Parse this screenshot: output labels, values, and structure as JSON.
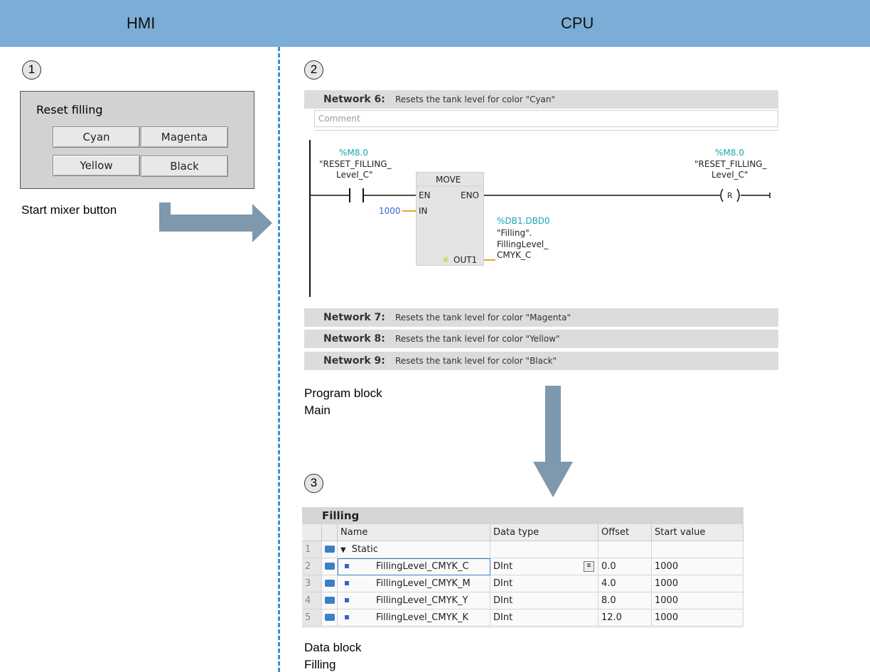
{
  "header": {
    "hmi_label": "HMI",
    "cpu_label": "CPU"
  },
  "steps": [
    "1",
    "2",
    "3"
  ],
  "hmi": {
    "panel_title": "Reset filling",
    "buttons": [
      "Cyan",
      "Magenta",
      "Yellow",
      "Black"
    ],
    "caption": "Start mixer button"
  },
  "program": {
    "network6": {
      "number": "Network 6:",
      "description": "Resets the tank level for color \"Cyan\""
    },
    "comment_placeholder": "Comment",
    "contact": {
      "address": "%M8.0",
      "name_line1": "\"RESET_FILLING_",
      "name_line2": "Level_C\""
    },
    "move_block": {
      "title": "MOVE",
      "en": "EN",
      "eno": "ENO",
      "in": "IN",
      "out": "OUT1",
      "in_value": "1000"
    },
    "out_operand": {
      "address": "%DB1.DBD0",
      "line1": "\"Filling\".",
      "line2": "FillingLevel_",
      "line3": "CMYK_C"
    },
    "coil": {
      "address": "%M8.0",
      "name_line1": "\"RESET_FILLING_",
      "name_line2": "Level_C\"",
      "symbol": "R"
    },
    "networks": [
      {
        "number": "Network 7:",
        "description": "Resets the tank level for color \"Magenta\""
      },
      {
        "number": "Network 8:",
        "description": "Resets the tank level for color \"Yellow\""
      },
      {
        "number": "Network 9:",
        "description": "Resets the tank level for color \"Black\""
      }
    ],
    "caption_line1": "Program block",
    "caption_line2": "Main"
  },
  "data_block": {
    "title": "Filling",
    "columns": [
      "Name",
      "Data type",
      "Offset",
      "Start value"
    ],
    "rows": [
      {
        "num": "1",
        "name": "Static",
        "type": "",
        "offset": "",
        "start": ""
      },
      {
        "num": "2",
        "name": "FillingLevel_CMYK_C",
        "type": "DInt",
        "offset": "0.0",
        "start": "1000"
      },
      {
        "num": "3",
        "name": "FillingLevel_CMYK_M",
        "type": "DInt",
        "offset": "4.0",
        "start": "1000"
      },
      {
        "num": "4",
        "name": "FillingLevel_CMYK_Y",
        "type": "DInt",
        "offset": "8.0",
        "start": "1000"
      },
      {
        "num": "5",
        "name": "FillingLevel_CMYK_K",
        "type": "DInt",
        "offset": "12.0",
        "start": "1000"
      }
    ],
    "caption_line1": "Data block",
    "caption_line2": "Filling"
  },
  "colors": {
    "header": "#7badd7",
    "divider": "#3a8fd6",
    "arrow": "#7e98ad",
    "operand": "#1aa7b0",
    "wire_in": "#f0a030"
  }
}
